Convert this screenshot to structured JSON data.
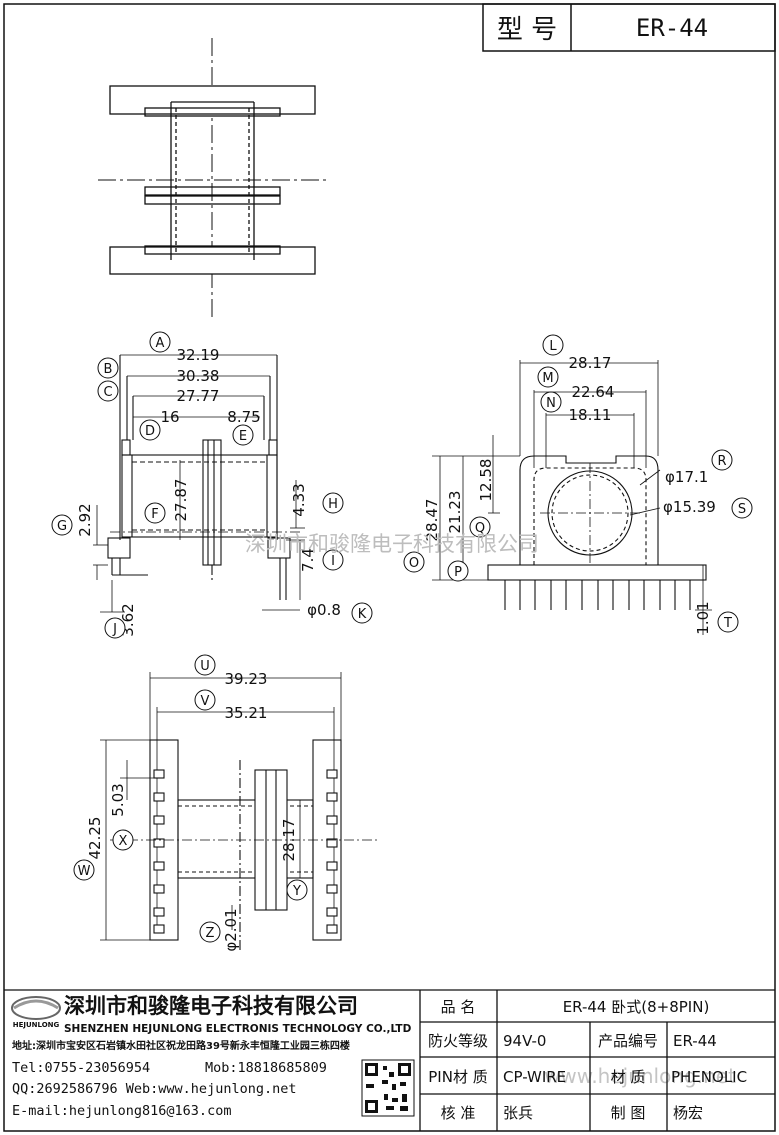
{
  "header": {
    "model_label": "型 号",
    "model_value": "ER-44"
  },
  "side_view": {
    "dims": {
      "A": "32.19",
      "B": "30.38",
      "C": "27.77",
      "D": "16",
      "E": "8.75",
      "F": "27.87",
      "G": "2.92",
      "H": "4.33",
      "I": "7.4",
      "J": "3.62",
      "K": "φ0.8"
    },
    "letters": [
      "A",
      "B",
      "C",
      "D",
      "E",
      "F",
      "G",
      "H",
      "I",
      "J",
      "K"
    ]
  },
  "front_view": {
    "dims": {
      "L": "28.17",
      "M": "22.64",
      "N": "18.11",
      "O": "28.47",
      "P": "21.23",
      "Q": "12.58",
      "R": "φ17.1",
      "S": "φ15.39",
      "T": "1.01"
    },
    "letters": [
      "L",
      "M",
      "N",
      "O",
      "P",
      "Q",
      "R",
      "S",
      "T"
    ]
  },
  "bottom_view": {
    "dims": {
      "U": "39.23",
      "V": "35.21",
      "W": "42.25",
      "X": "5.03",
      "Y": "28.17",
      "Z": "φ2.01"
    },
    "letters": [
      "U",
      "V",
      "W",
      "X",
      "Y",
      "Z"
    ]
  },
  "watermark": {
    "company": "深圳市和骏隆电子科技有限公司",
    "url": "www.hejunlong.net"
  },
  "company": {
    "logo_text": "HEJUNLONG",
    "name_cn": "深圳市和骏隆电子科技有限公司",
    "name_en": "SHENZHEN HEJUNLONG ELECTRONIS TECHNOLOGY CO.,LTD",
    "address": "地址:深圳市宝安区石岩镇水田社区祝龙田路39号新永丰恒隆工业园三栋四楼",
    "tel": "Tel:0755-23056954",
    "mob": "Mob:18818685809",
    "qq_web": "QQ:2692586796 Web:www.hejunlong.net",
    "email": "E-mail:hejunlong816@163.com"
  },
  "title_block": {
    "product_name_label": "品 名",
    "product_name_value": "ER-44 卧式(8+8PIN)",
    "fire_rating_label": "防火等级",
    "fire_rating_value": "94V-0",
    "product_code_label": "产品编号",
    "product_code_value": "ER-44",
    "pin_material_label": "PIN材 质",
    "pin_material_value": "CP-WIRE",
    "material_label": "材 质",
    "material_value": "PHENOLIC",
    "checker_label": "核 准",
    "checker_value": "张兵",
    "drawer_label": "制 图",
    "drawer_value": "杨宏"
  }
}
